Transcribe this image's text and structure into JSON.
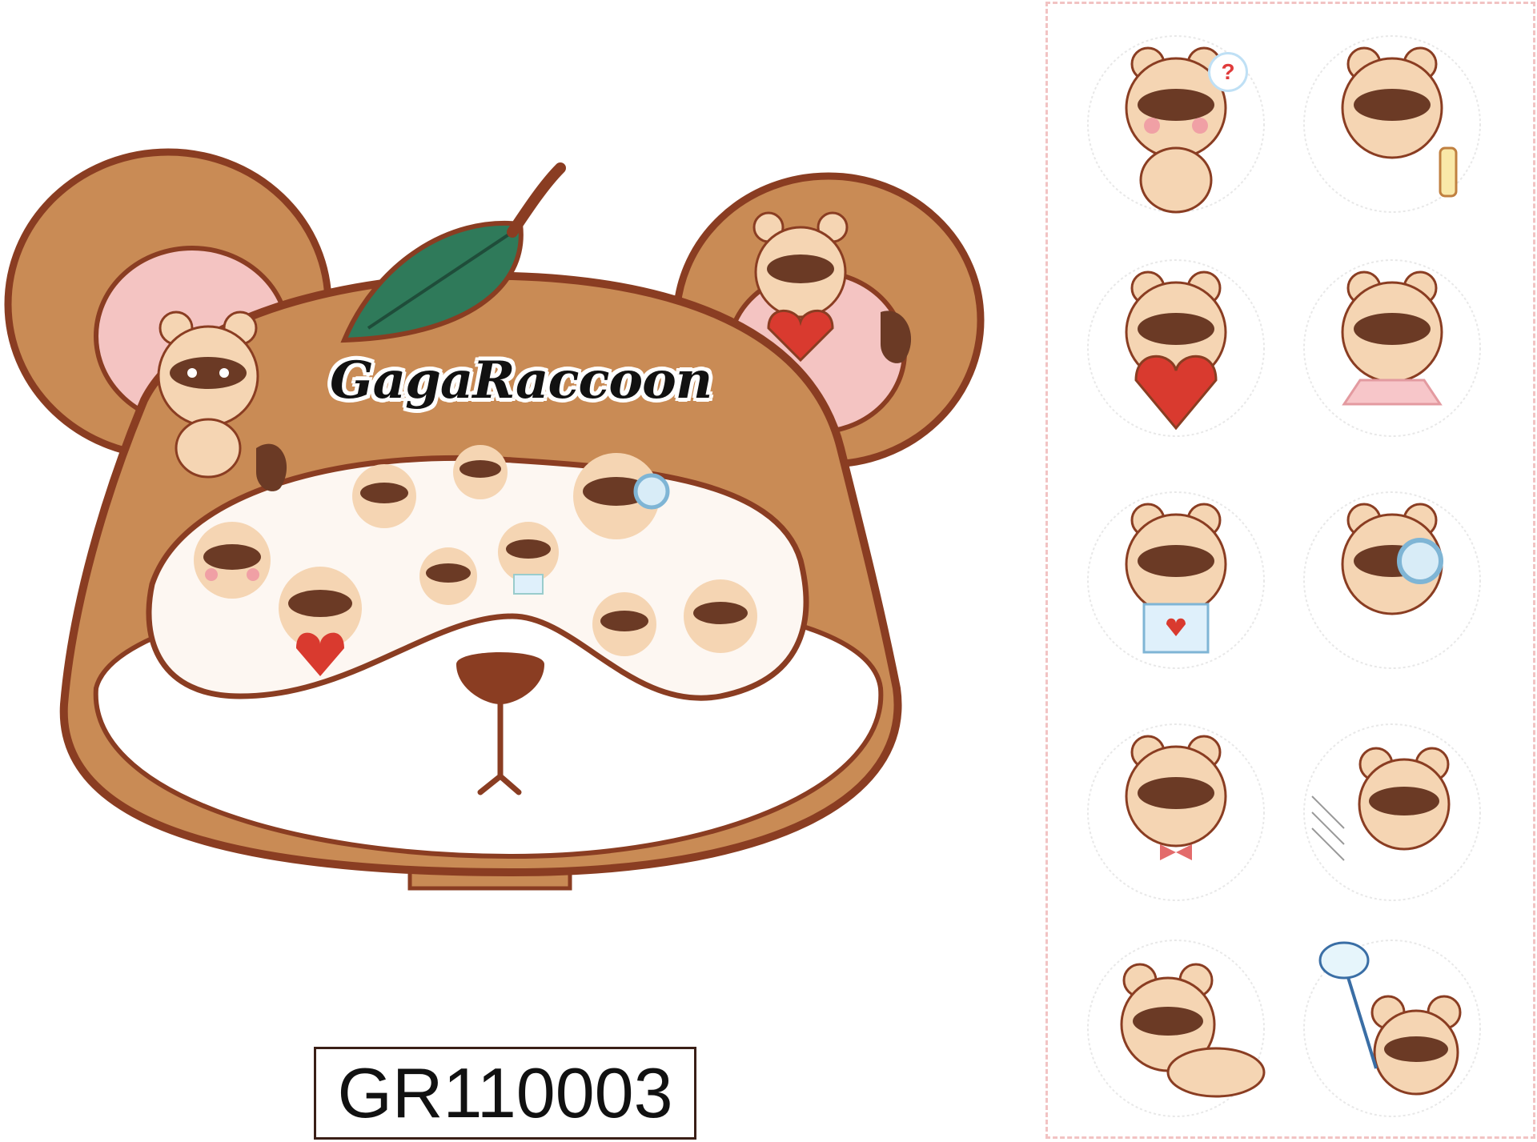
{
  "brand": {
    "name": "GagaRaccoon",
    "product_code": "GR110003"
  },
  "colors": {
    "mask_brown": "#c98b55",
    "outline": "#8a3d22",
    "ear_pink": "#f4c4c2",
    "leaf_green": "#2f7a5a",
    "raccoon_fur": "#f5d5b3",
    "raccoon_mask": "#6b3a25",
    "cheek": "#f0a0a5",
    "heart_red": "#d93a2f",
    "sheet_border": "#f2c3c3"
  },
  "sticker_sheet": {
    "stickers": [
      {
        "name": "confused",
        "prop": "question-bubble",
        "badge": "?"
      },
      {
        "name": "sneaky-with-bottle",
        "prop": "bottle"
      },
      {
        "name": "holding-heart",
        "prop": "heart"
      },
      {
        "name": "ballerina",
        "prop": "pink-tutu"
      },
      {
        "name": "holding-letter",
        "prop": "letter"
      },
      {
        "name": "magnifying-glass",
        "prop": "magnifier"
      },
      {
        "name": "winking-bow",
        "prop": "bow"
      },
      {
        "name": "dashing",
        "prop": "speed-lines"
      },
      {
        "name": "lying-down",
        "prop": "none"
      },
      {
        "name": "butterfly-net",
        "prop": "net"
      }
    ]
  }
}
